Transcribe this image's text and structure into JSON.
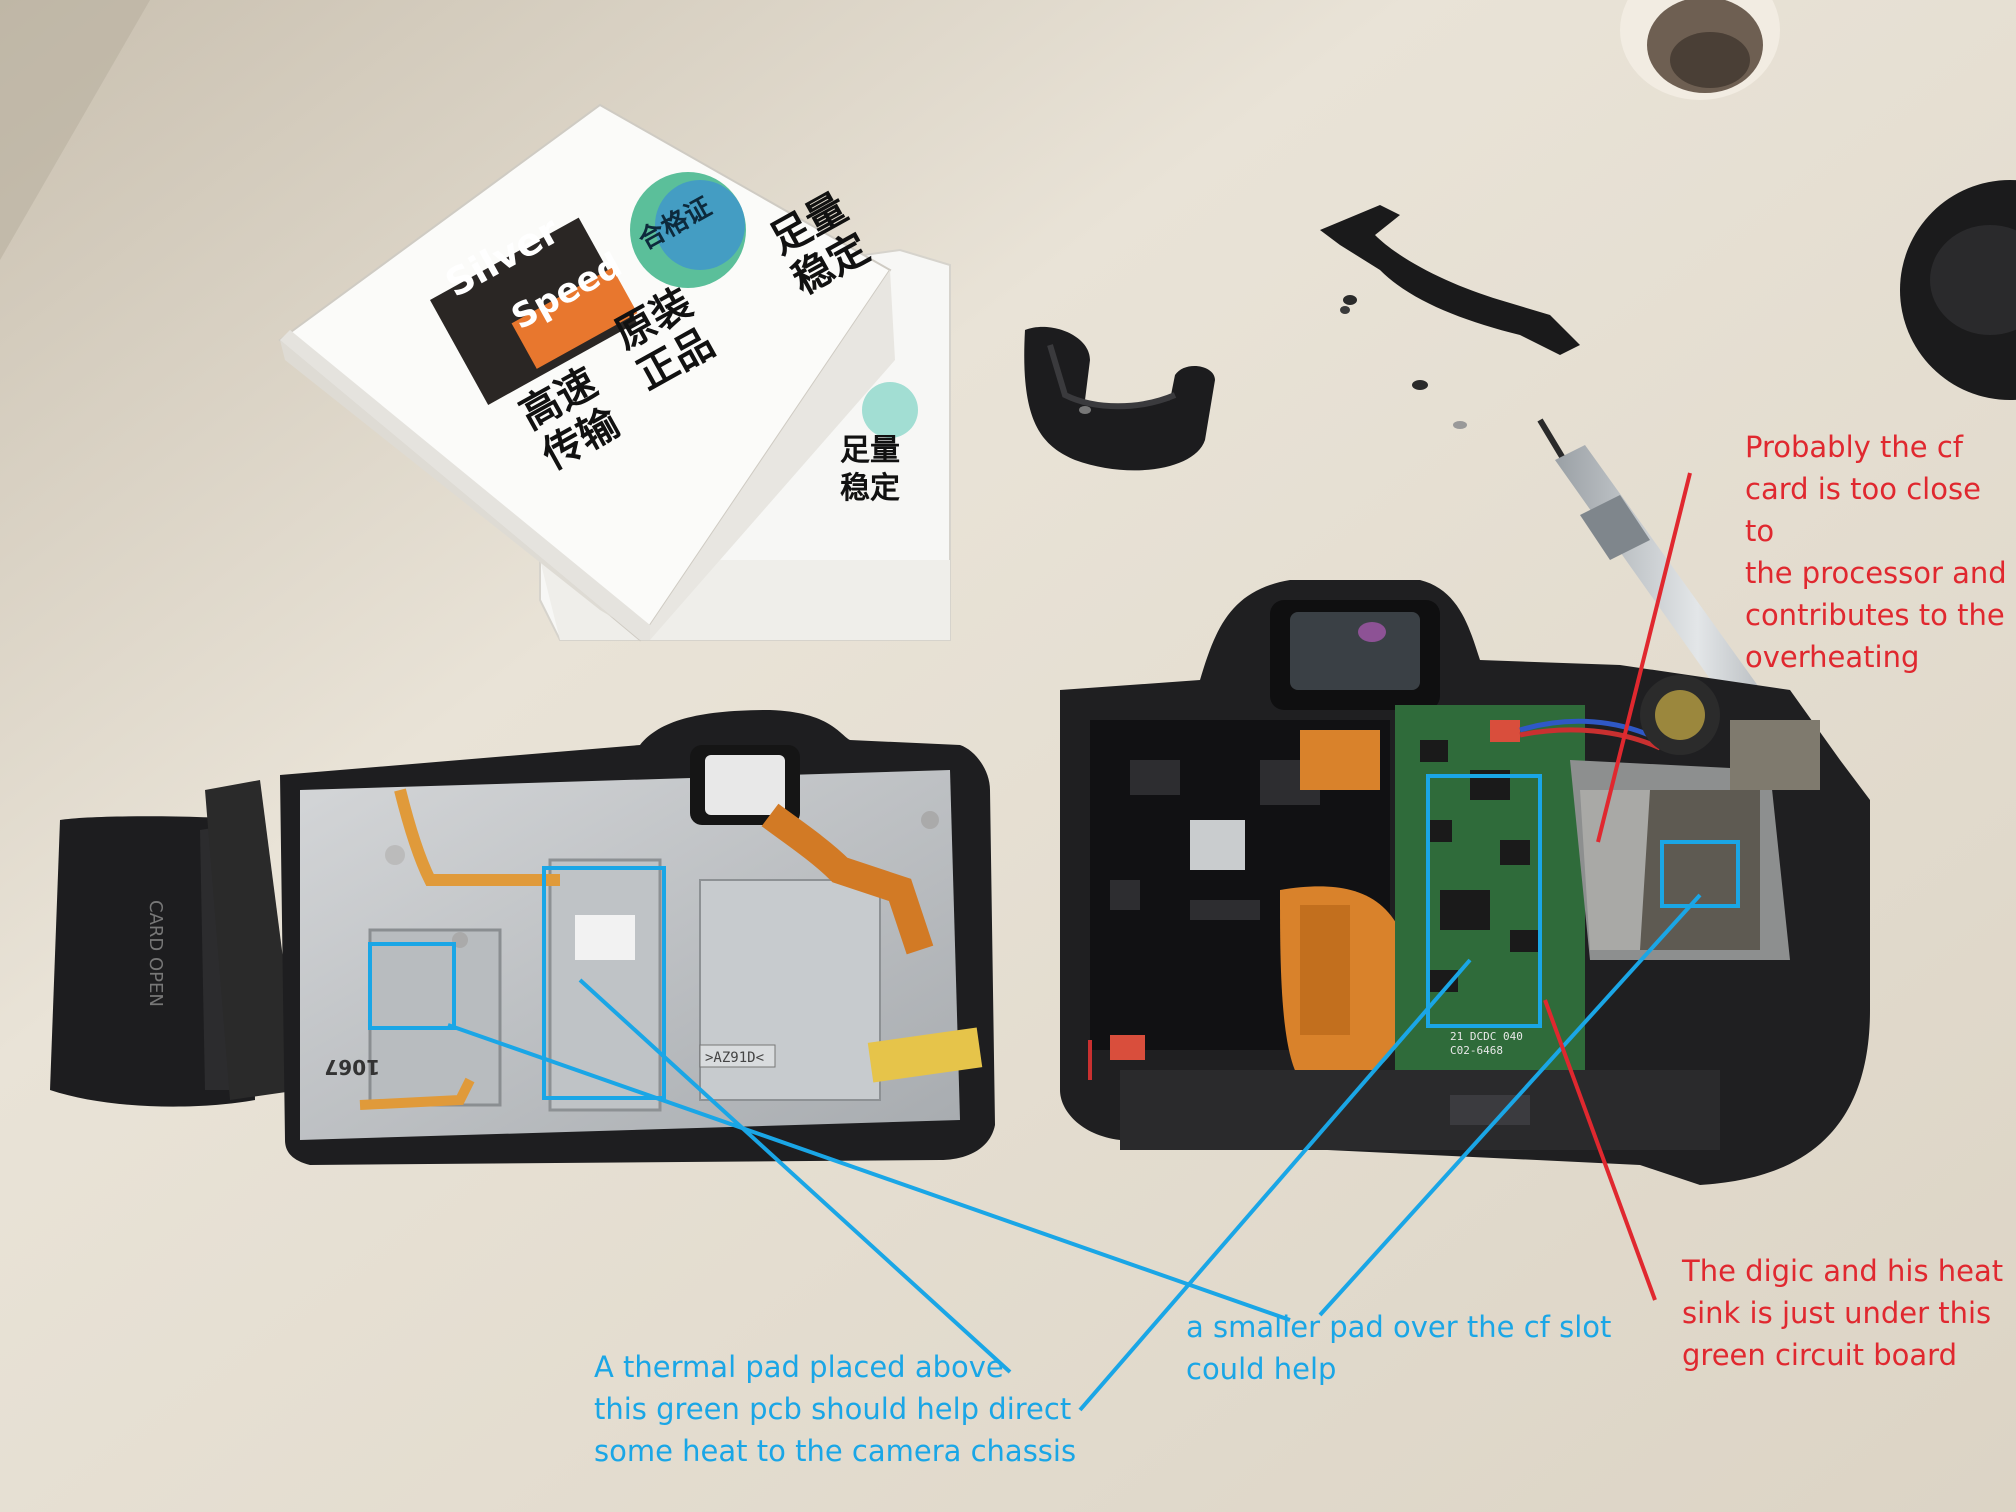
{
  "colors": {
    "annotation_blue": "#1aa6e6",
    "annotation_red": "#e0282f",
    "desk": "#e7e0d3",
    "pcb_green": "#2f6b3a",
    "flex_orange": "#d9822b"
  },
  "box_front": {
    "brand_line1": "Silver",
    "brand_line2": "Speed",
    "text_a": "高速\n传输",
    "text_b": "原装\n正品",
    "text_c": "足量\n稳定",
    "hologram": "合格证"
  },
  "box_back": {
    "text_c": "足量\n稳定"
  },
  "camera_labels": {
    "card_door": "CARD OPEN",
    "back_panel_code": ">AZ91D<",
    "panel_number": "1067",
    "pcb_marking": "21 DCDC 040\nC02-6468"
  },
  "annotations": {
    "thermal_pad_note": "A thermal pad placed above\nthis green pcb should help direct\nsome heat to the camera chassis",
    "cf_slot_note": "a smaller pad over the cf slot\ncould help",
    "cf_card_note": "Probably the cf\ncard is too close to\nthe processor and\ncontributes to the\noverheating",
    "digic_note": "The digic and his heat\nsink is just under this\ngreen circuit board"
  }
}
